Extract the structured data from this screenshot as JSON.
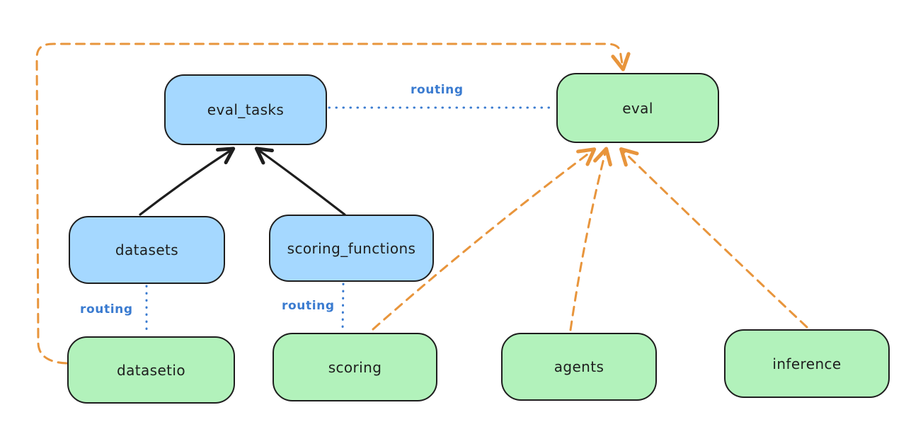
{
  "diagram": {
    "description": "hand-drawn style architecture diagram of eval routing",
    "nodes": [
      {
        "id": "eval_tasks",
        "label": "eval_tasks",
        "kind": "registry",
        "fill": "#a5d8ff"
      },
      {
        "id": "eval",
        "label": "eval",
        "kind": "api",
        "fill": "#b2f2bb"
      },
      {
        "id": "datasets",
        "label": "datasets",
        "kind": "registry",
        "fill": "#a5d8ff"
      },
      {
        "id": "scoring_functions",
        "label": "scoring_functions",
        "kind": "registry",
        "fill": "#a5d8ff"
      },
      {
        "id": "datasetio",
        "label": "datasetio",
        "kind": "api",
        "fill": "#b2f2bb"
      },
      {
        "id": "scoring",
        "label": "scoring",
        "kind": "api",
        "fill": "#b2f2bb"
      },
      {
        "id": "agents",
        "label": "agents",
        "kind": "api",
        "fill": "#b2f2bb"
      },
      {
        "id": "inference",
        "label": "inference",
        "kind": "api",
        "fill": "#b2f2bb"
      }
    ],
    "edges": [
      {
        "from": "datasets",
        "to": "eval_tasks",
        "style": "solid-arrow",
        "color": "#1e1e1e",
        "label": ""
      },
      {
        "from": "scoring_functions",
        "to": "eval_tasks",
        "style": "solid-arrow",
        "color": "#1e1e1e",
        "label": ""
      },
      {
        "from": "eval_tasks",
        "to": "eval",
        "style": "dotted",
        "color": "#3a7bd0",
        "label": "routing"
      },
      {
        "from": "datasets",
        "to": "datasetio",
        "style": "dotted",
        "color": "#3a7bd0",
        "label": "routing"
      },
      {
        "from": "scoring_functions",
        "to": "scoring",
        "style": "dotted",
        "color": "#3a7bd0",
        "label": "routing"
      },
      {
        "from": "datasetio",
        "to": "eval",
        "style": "dashed-arrow",
        "color": "#e8953c",
        "label": ""
      },
      {
        "from": "scoring",
        "to": "eval",
        "style": "dashed-arrow",
        "color": "#e8953c",
        "label": ""
      },
      {
        "from": "agents",
        "to": "eval",
        "style": "dashed-arrow",
        "color": "#e8953c",
        "label": ""
      },
      {
        "from": "inference",
        "to": "eval",
        "style": "dashed-arrow",
        "color": "#e8953c",
        "label": ""
      }
    ],
    "colors": {
      "background": "#ffffff",
      "node_stroke": "#1e1e1e",
      "blue_fill": "#a5d8ff",
      "green_fill": "#b2f2bb",
      "routing_blue": "#3a7bd0",
      "dashed_orange": "#e8953c",
      "solid_black": "#1e1e1e"
    }
  }
}
